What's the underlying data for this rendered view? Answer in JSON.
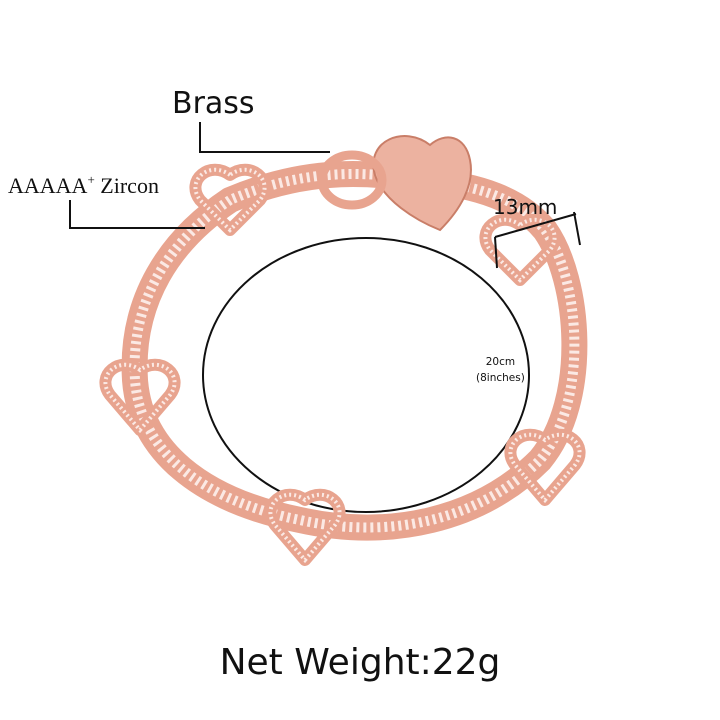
{
  "labels": {
    "material": "Brass",
    "stone_grade": "AAAAA",
    "stone_grade_sup": "+",
    "stone_name": "Zircon",
    "link_width": "13mm",
    "length_metric": "20cm",
    "length_imperial": "(8inches)",
    "net_weight": "Net Weight:22g"
  },
  "colors": {
    "metal": "#e8a48f",
    "metal_dark": "#c97e68",
    "stone": "#fbe9e4",
    "line": "#111111"
  }
}
